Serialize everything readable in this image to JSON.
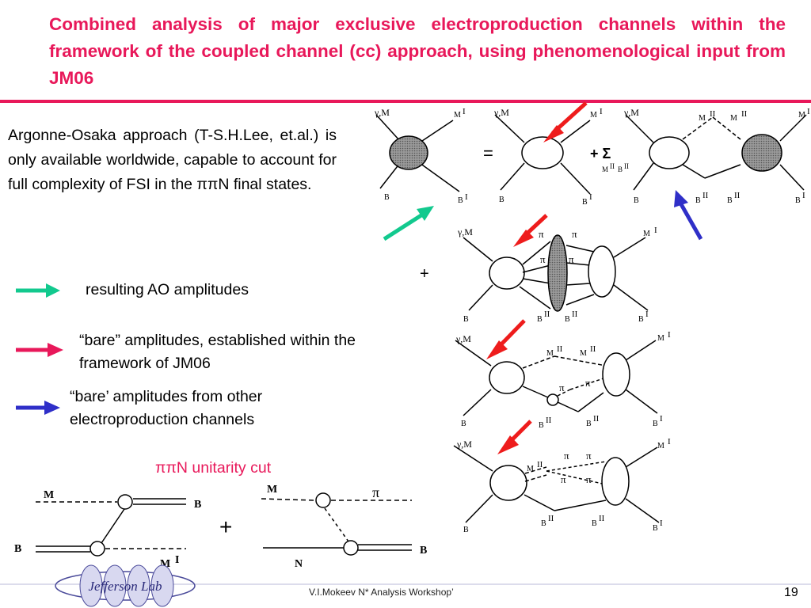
{
  "title": "Combined analysis of major exclusive electroproduction channels within the framework of the coupled channel (cc) approach, using phenomenological input from JM06",
  "left_text": "Argonne-Osaka approach (T-S.H.Lee, et.al.) is only available worldwide, capable to account for full complexity of FSI in the ππN final states.",
  "legend": [
    {
      "label": "resulting AO amplitudes",
      "color": "#12c98e"
    },
    {
      "label": "“bare” amplitudes, established within the framework of JM06",
      "color": "#e8185a"
    },
    {
      "label": "“bare’ amplitudes from other electroproduction channels",
      "color": "#2f2fc8"
    }
  ],
  "cut_title": "ππN unitarity cut",
  "diagram_labels": {
    "gamma_m": "γ,M",
    "m_i": "M",
    "m_ii": "M",
    "b": "B",
    "b_i": "B",
    "b_ii": "B",
    "sup_i": "I",
    "sup_ii": "II",
    "pi": "π",
    "equals": "=",
    "plus_sigma": "+ Σ",
    "plus": "+",
    "sum_sub": "M",
    "sum_sub2": "B",
    "n": "N",
    "m_cap": "M",
    "b_cap": "B"
  },
  "footer": {
    "author": "V.I.Mokeev  N* Analysis Workshop’",
    "page": "19",
    "logo_text": "Jefferson Lab"
  },
  "colors": {
    "accent": "#e8185a",
    "teal": "#12c98e",
    "blue": "#2f2fc8",
    "red_arrow": "#ee1c1c"
  }
}
